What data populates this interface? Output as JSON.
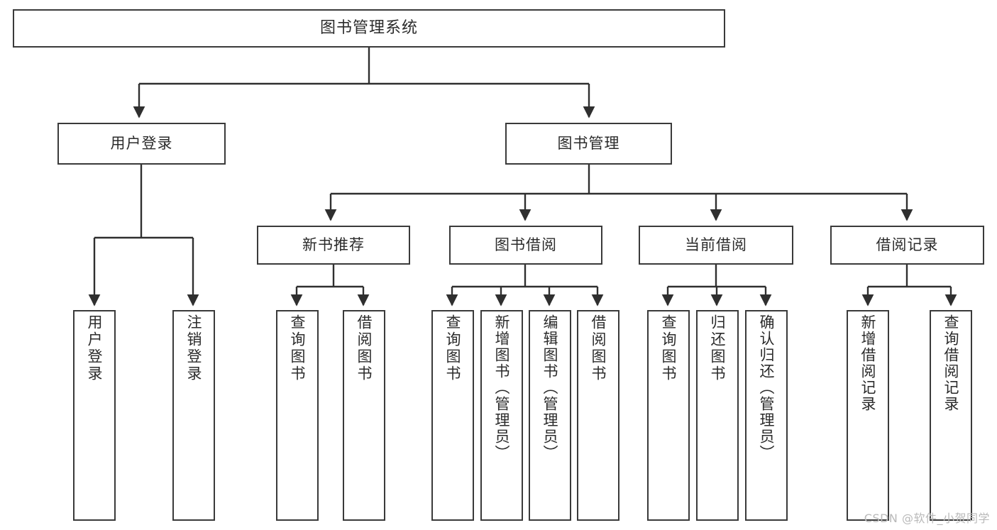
{
  "diagram": {
    "title": "图书管理系统",
    "type": "tree",
    "watermark": "CSDN @软件_小贺同学",
    "colors": {
      "node_border": "#3a3a3a",
      "node_fill": "#ffffff",
      "connector": "#2f2f2f",
      "text": "#2b2b2b",
      "watermark": "#b9b9b9"
    },
    "levels": {
      "root": "图书管理系统",
      "level2": [
        "用户登录",
        "图书管理"
      ],
      "level3": [
        "新书推荐",
        "图书借阅",
        "当前借阅",
        "借阅记录"
      ]
    },
    "nodes": {
      "root": {
        "label": "图书管理系统"
      },
      "user_login": {
        "label": "用户登录"
      },
      "book_manage": {
        "label": "图书管理"
      },
      "new_book_rec": {
        "label": "新书推荐"
      },
      "book_borrow": {
        "label": "图书借阅"
      },
      "current_borrow": {
        "label": "当前借阅"
      },
      "borrow_record": {
        "label": "借阅记录"
      },
      "leaf_user_login": {
        "label": "用户登录"
      },
      "leaf_user_logout": {
        "label": "注销登录"
      },
      "leaf_query_book_1": {
        "label": "查询图书"
      },
      "leaf_borrow_book_1": {
        "label": "借阅图书"
      },
      "leaf_query_book_2": {
        "label": "查询图书"
      },
      "leaf_add_book": {
        "label": "新增图书（管理员）"
      },
      "leaf_edit_book": {
        "label": "编辑图书（管理员）"
      },
      "leaf_borrow_book_2": {
        "label": "借阅图书"
      },
      "leaf_query_book_3": {
        "label": "查询图书"
      },
      "leaf_return_book": {
        "label": "归还图书"
      },
      "leaf_confirm_return": {
        "label": "确认归还（管理员）"
      },
      "leaf_add_record": {
        "label": "新增借阅记录"
      },
      "leaf_query_record": {
        "label": "查询借阅记录"
      }
    },
    "edges": [
      {
        "from": "图书管理系统",
        "to": "用户登录"
      },
      {
        "from": "图书管理系统",
        "to": "图书管理"
      },
      {
        "from": "用户登录",
        "to": "用户登录"
      },
      {
        "from": "用户登录",
        "to": "注销登录"
      },
      {
        "from": "图书管理",
        "to": "新书推荐"
      },
      {
        "from": "图书管理",
        "to": "图书借阅"
      },
      {
        "from": "图书管理",
        "to": "当前借阅"
      },
      {
        "from": "图书管理",
        "to": "借阅记录"
      },
      {
        "from": "新书推荐",
        "to": "查询图书"
      },
      {
        "from": "新书推荐",
        "to": "借阅图书"
      },
      {
        "from": "图书借阅",
        "to": "查询图书"
      },
      {
        "from": "图书借阅",
        "to": "新增图书（管理员）"
      },
      {
        "from": "图书借阅",
        "to": "编辑图书（管理员）"
      },
      {
        "from": "图书借阅",
        "to": "借阅图书"
      },
      {
        "from": "当前借阅",
        "to": "查询图书"
      },
      {
        "from": "当前借阅",
        "to": "归还图书"
      },
      {
        "from": "当前借阅",
        "to": "确认归还（管理员）"
      },
      {
        "from": "借阅记录",
        "to": "新增借阅记录"
      },
      {
        "from": "借阅记录",
        "to": "查询借阅记录"
      }
    ]
  }
}
